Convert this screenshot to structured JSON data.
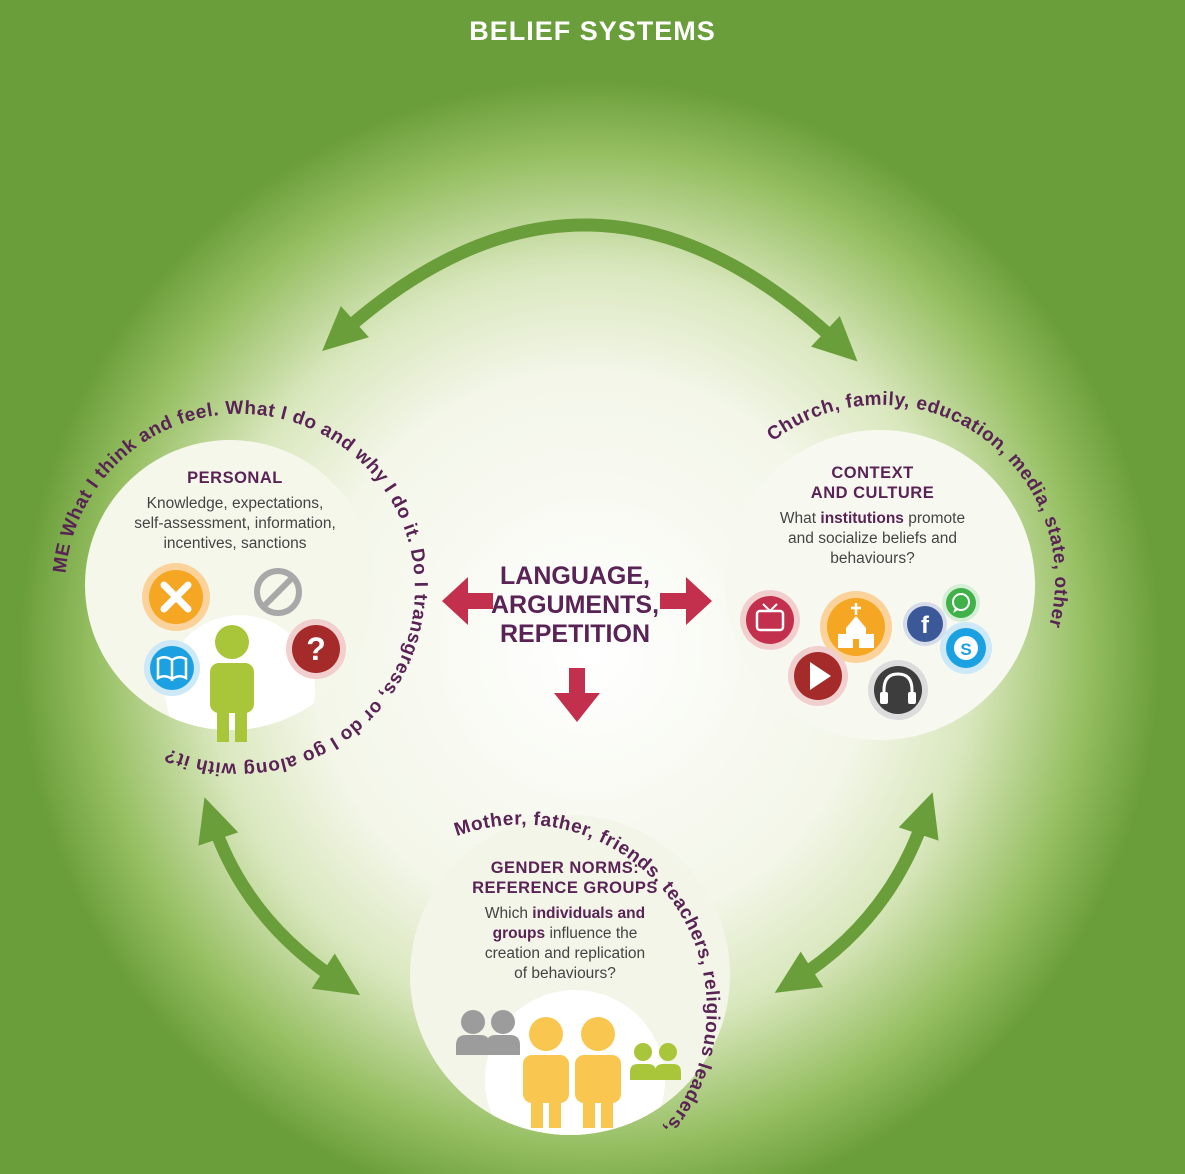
{
  "title": "BELIEF SYSTEMS",
  "center": {
    "lines": [
      "LANGUAGE,",
      "ARGUMENTS,",
      "REPETITION"
    ]
  },
  "personal": {
    "title": "PERSONAL",
    "desc_lines": [
      "Knowledge, expectations,",
      "self-assessment, information,",
      "incentives, sanctions"
    ],
    "arc_text": "ME What I think and feel. What I do and why I do it. Do I transgress, or do I go along with it?",
    "icons": [
      "close-icon",
      "prohibited-icon",
      "question-icon",
      "book-icon",
      "person-icon"
    ]
  },
  "context": {
    "title_lines": [
      "CONTEXT",
      "AND CULTURE"
    ],
    "desc_pre": "What ",
    "desc_bold": "institutions",
    "desc_post": " promote",
    "desc_lines": [
      "and socialize beliefs and",
      "behaviours?"
    ],
    "arc_text": "Church, family, education, media, state, other",
    "icons": [
      "tv-icon",
      "church-icon",
      "facebook-icon",
      "whatsapp-icon",
      "skype-icon",
      "play-icon",
      "headphones-icon"
    ],
    "icon_labels": {
      "facebook": "f",
      "skype": "S"
    }
  },
  "groups": {
    "title_lines": [
      "GENDER NORMS:",
      "REFERENCE GROUPS"
    ],
    "desc_pre": "Which ",
    "desc_bold1": "individuals and",
    "desc_bold2": "groups",
    "desc_post": " influence the",
    "desc_lines": [
      "creation and replication",
      "of behaviours?"
    ],
    "arc_text": "Mother, father, friends, teachers, religious leaders, others",
    "icons": [
      "group-gray-icon",
      "adult-yellow-icon",
      "adult-yellow-icon",
      "group-green-icon"
    ]
  },
  "colors": {
    "background": "#6a9e3a",
    "arrow_green": "#6a9e3a",
    "arrow_red": "#c2304d",
    "purple": "#5a2356",
    "orange": "#f5a623",
    "lime": "#a9c53a",
    "yellow": "#f9c74f"
  }
}
